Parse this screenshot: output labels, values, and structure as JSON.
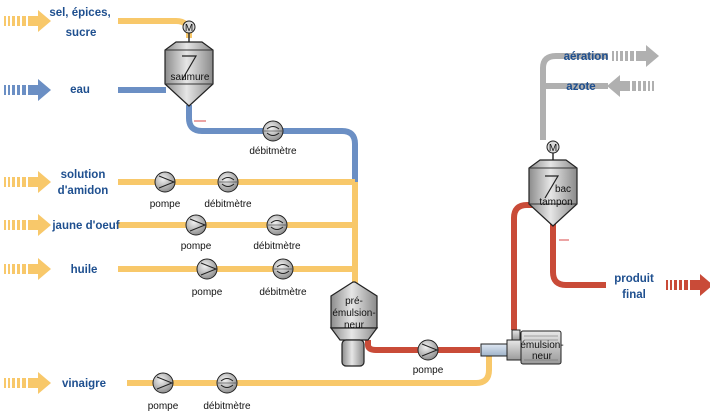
{
  "colors": {
    "ingredient_pipe": "#f8c86a",
    "water_pipe": "#6b8fc4",
    "product_pipe": "#c94b38",
    "gas_pipe": "#b0b0b0",
    "label_text": "#1e4f8f",
    "input_arrow": "#f8c86a",
    "water_arrow": "#6b8fc4",
    "output_arrow": "#c94b38",
    "gas_arrow": "#b0b0b0"
  },
  "inputs": {
    "sel_line1": "sel, épices,",
    "sel_line2": "sucre",
    "eau": "eau",
    "amidon_line1": "solution",
    "amidon_line2": "d'amidon",
    "oeuf": "jaune d'oeuf",
    "huile": "huile",
    "vinaigre": "vinaigre"
  },
  "outputs": {
    "aeration": "aération",
    "azote": "azote",
    "produit_line1": "produit",
    "produit_line2": "final"
  },
  "equipment": {
    "motor": "M",
    "saumure": "saumure",
    "bac_line1": "bac",
    "bac_line2": "tampon",
    "pre_line1": "pré-",
    "pre_line2": "émulsion-",
    "pre_line3": "neur",
    "emul_line1": "émulsion-",
    "emul_line2": "neur"
  },
  "devices": {
    "pompe": "pompe",
    "debitmetre": "débitmètre"
  }
}
